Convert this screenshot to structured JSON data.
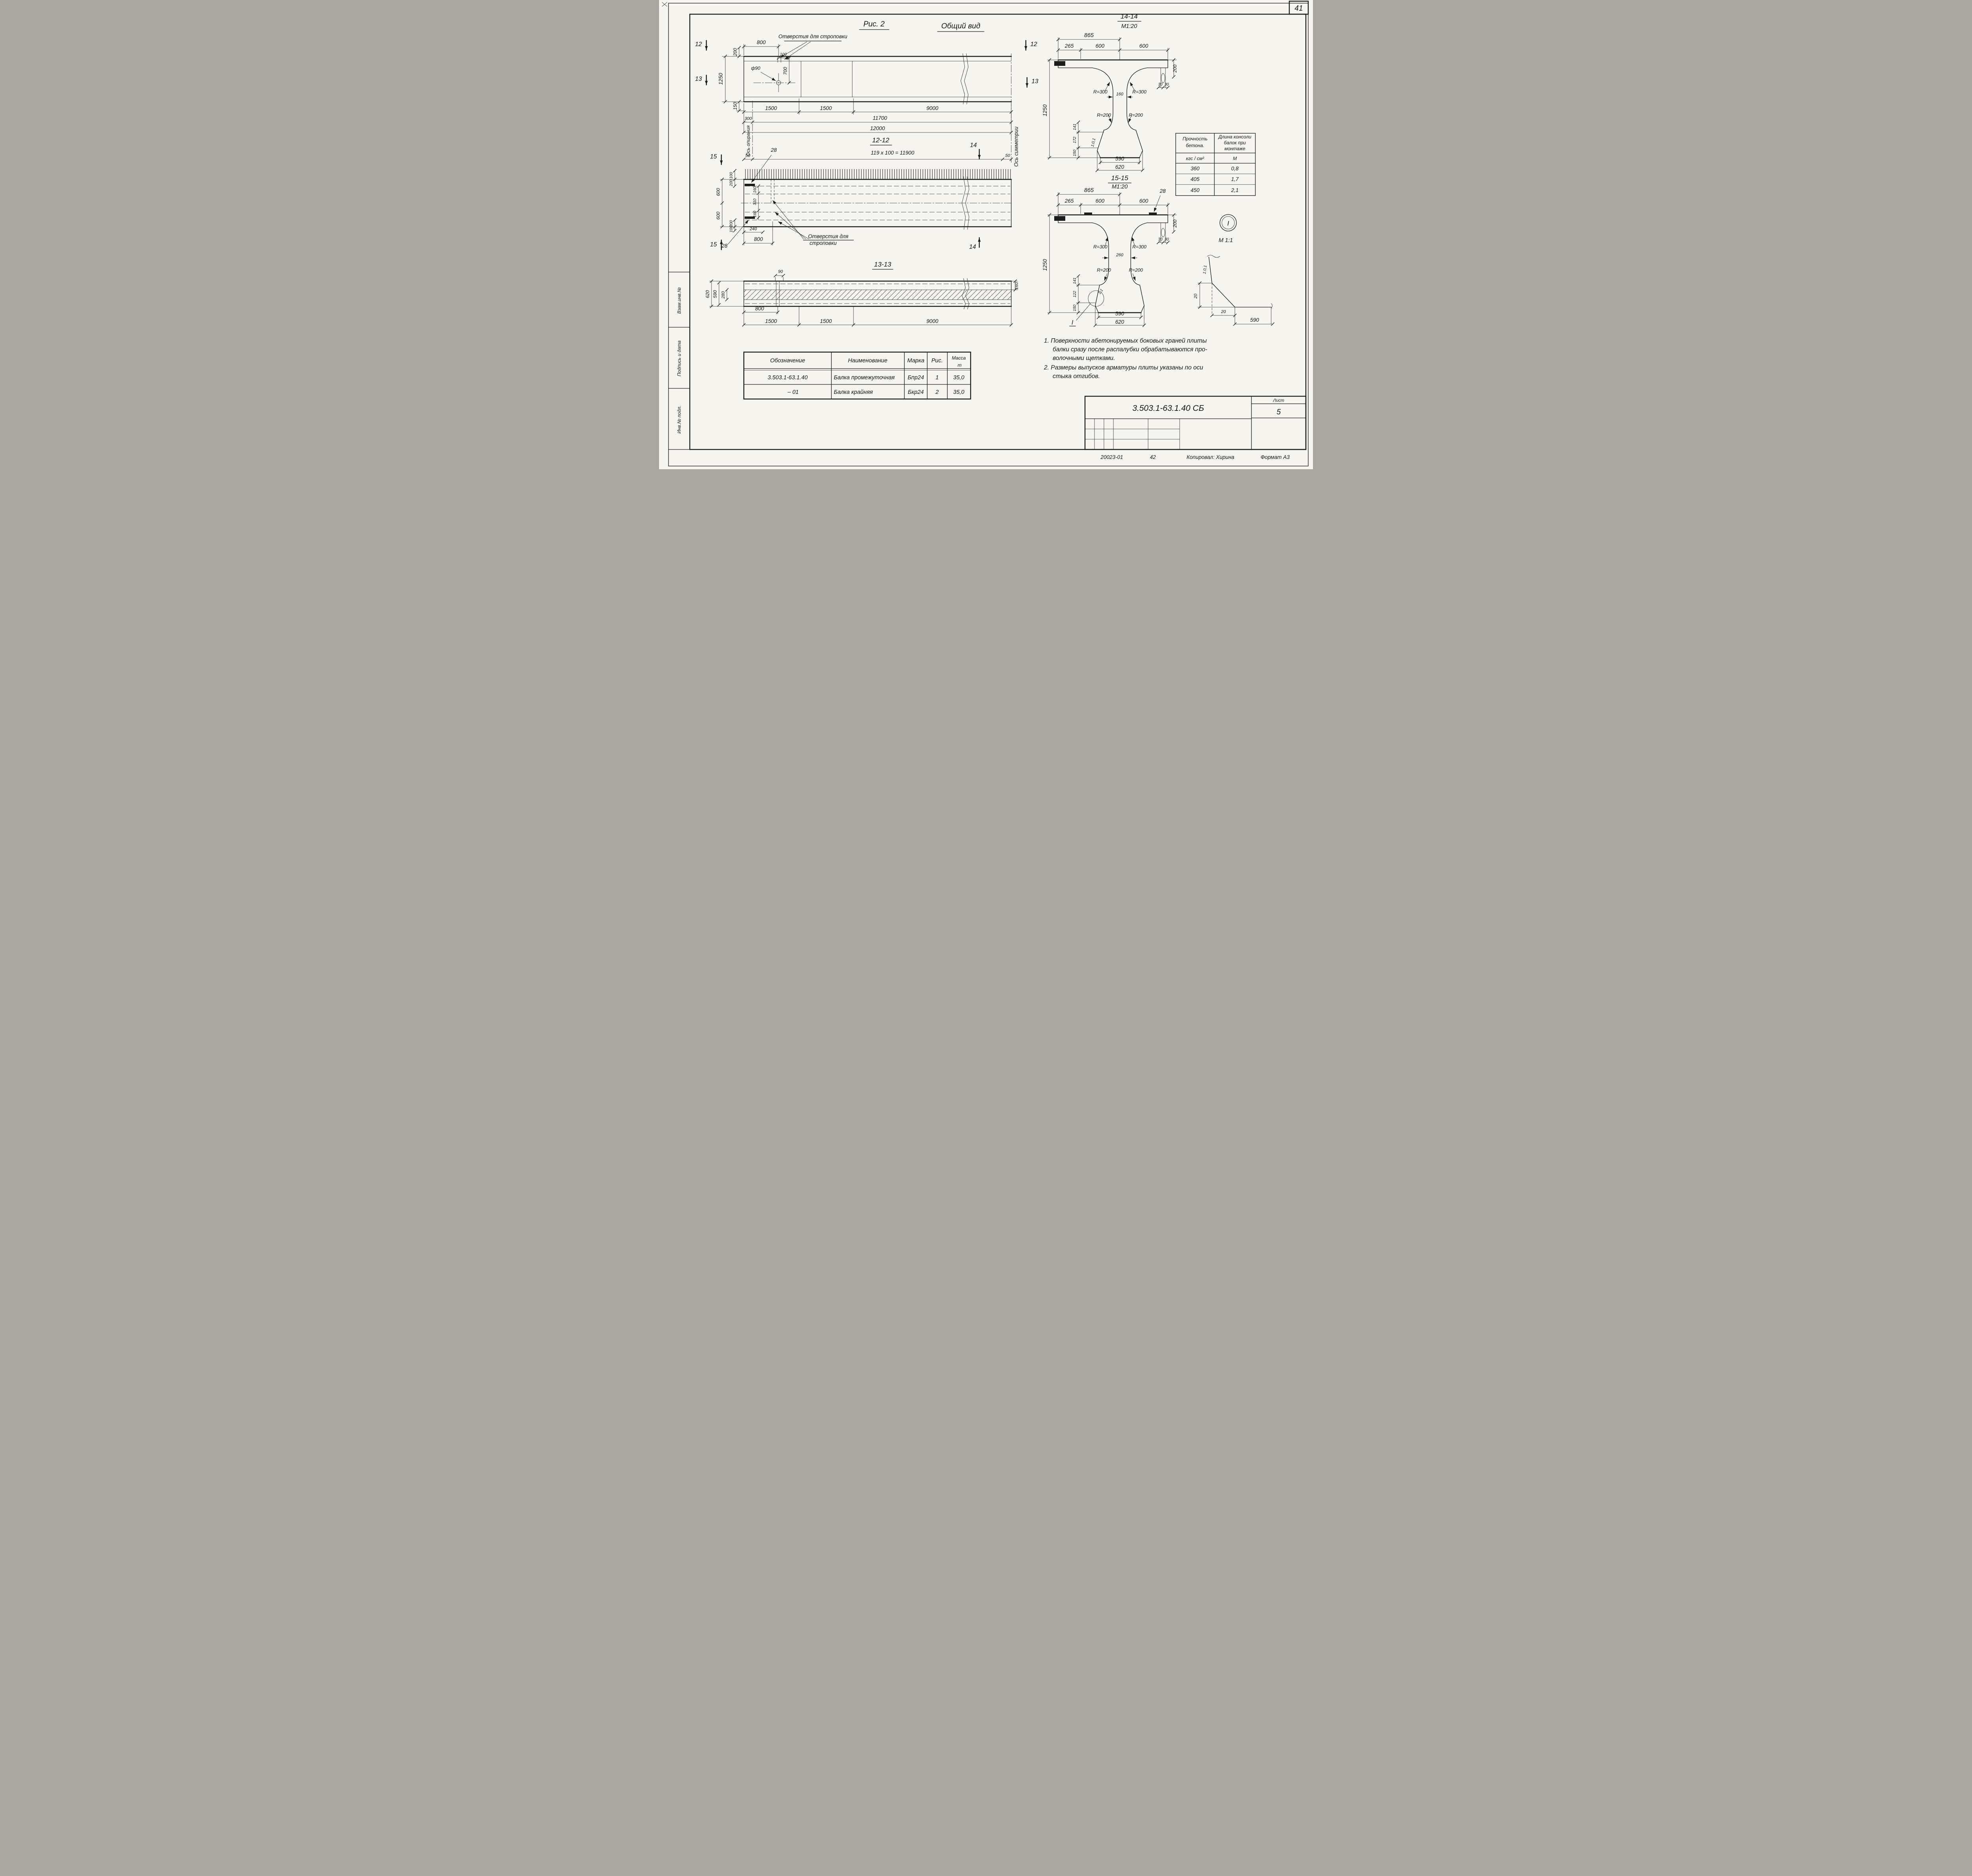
{
  "sheet": {
    "corner_number": "41",
    "doc_code": "3.503.1-63.1.40 СБ",
    "sheet_label": "Лист",
    "sheet_number": "5",
    "footer": {
      "order_no": "20023-01",
      "page_no": "42",
      "copied_by": "Копировал: Хирина",
      "format": "Формат А3"
    },
    "side_stamp": {
      "inv_podl": "Инв.№ подл.",
      "podpis_data": "Подпись и дата",
      "vzam_inv": "Взам.инв.№"
    }
  },
  "titles": {
    "figure": "Рис. 2",
    "general_view": "Общий вид",
    "s12": "12-12",
    "s13": "13-13",
    "s14": "14-14",
    "s15": "15-15",
    "scale_1_20": "М1:20",
    "scale_1_1": "М 1:1",
    "detail_mark": "I"
  },
  "labels": {
    "strop_holes": "Отверстия для строповки",
    "strop_holes_l1": "Отверстия для",
    "strop_holes_l2": "строповки",
    "axis_bearing": "Ось опирания",
    "axis_symmetry": "Ось симметрии",
    "grid_formula": "119 х 100 = 11900",
    "dia90": "ф90",
    "slope_1_01": "1:0,1",
    "slope_1_1": "1:1",
    "r300": "R=300",
    "r200": "R=200"
  },
  "dims": {
    "d12": "12",
    "d13": "13",
    "d14": "14",
    "d15": "15",
    "d20": "20",
    "d28": "28",
    "d30": "30",
    "d50": "50",
    "d90": "90",
    "d100": "100",
    "d122": "122",
    "d141": "141",
    "d150": "150",
    "d160": "160",
    "d172": "172",
    "d200": "200",
    "d240": "240",
    "d260": "260",
    "d265": "265",
    "d280": "280",
    "d300": "300",
    "d310": "310",
    "d590": "590",
    "d600": "600",
    "d620": "620",
    "d700": "700",
    "d800": "800",
    "d865": "865",
    "d1250": "1250",
    "d1500": "1500",
    "d9000": "9000",
    "d11700": "11700",
    "d12000": "12000"
  },
  "strength_table": {
    "h1a": "Прочность",
    "h1b": "бетона.",
    "h2a": "Длина консоли",
    "h2b": "балок при",
    "h2c": "монтаже",
    "u1": "кгс / см²",
    "u2": "М",
    "rows": [
      [
        "360",
        "0,8"
      ],
      [
        "405",
        "1,7"
      ],
      [
        "450",
        "2,1"
      ]
    ]
  },
  "notes": {
    "l1": "1. Поверхности абетонируемых боковых граней плиты",
    "l2": "балки сразу после распалубки обрабатываются про-",
    "l3": "волочными щетками.",
    "l4": "2. Размеры выпусков арматуры плиты указаны по оси",
    "l5": "стыка отгибов."
  },
  "parts_table": {
    "h_obozn": "Обозначение",
    "h_naimen": "Наименование",
    "h_marka": "Марка",
    "h_ris": "Рис.",
    "h_massa": "Масса",
    "h_massa_unit": "т",
    "rows": [
      {
        "obozn": "3.503.1-63.1.40",
        "naimen": "Балка промежуточная",
        "marka": "Бпр24",
        "ris": "1",
        "massa": "35,0"
      },
      {
        "obozn": "– 01",
        "naimen": "Балка крайняя",
        "marka": "Бкр24",
        "ris": "2",
        "massa": "35,0"
      }
    ]
  }
}
